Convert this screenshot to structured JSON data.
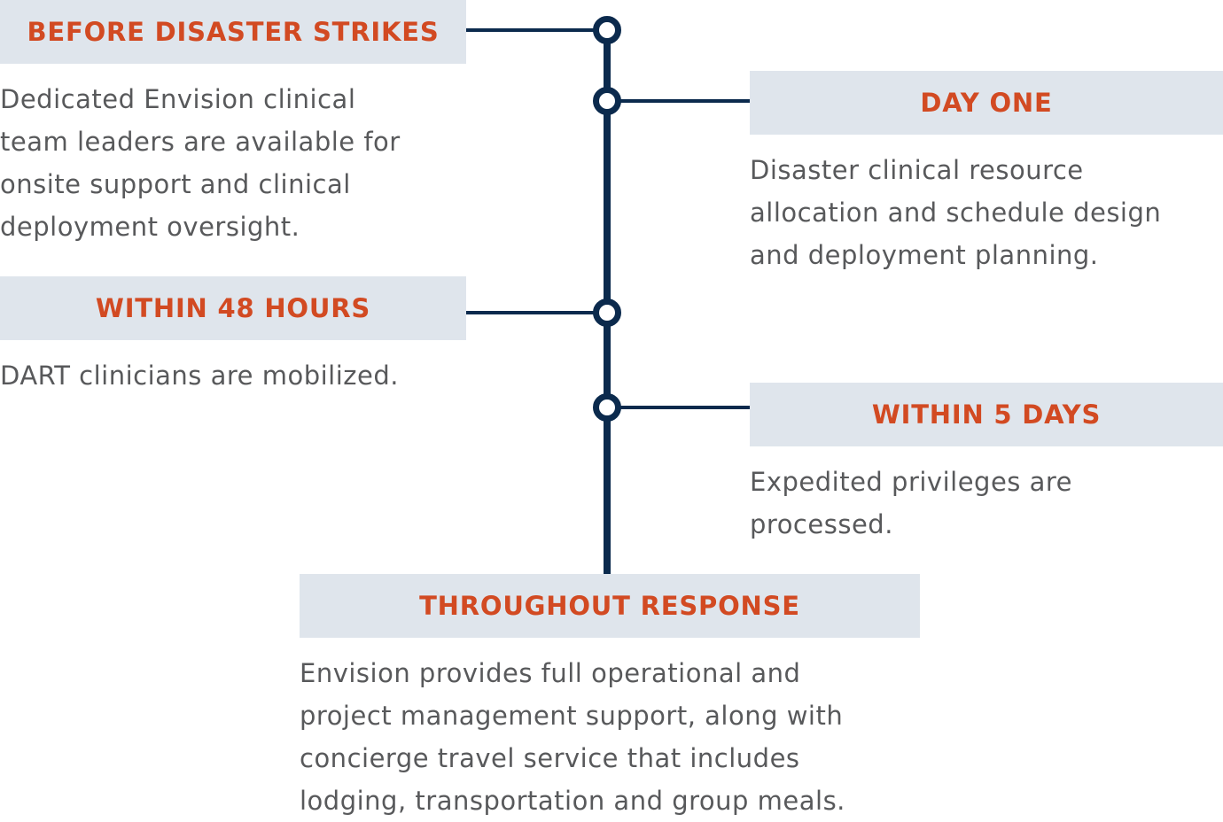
{
  "colors": {
    "header_text": "#d24a22",
    "header_bg": "#dfe5ec",
    "body_text": "#58595b",
    "timeline": "#0b2a4d"
  },
  "stages": [
    {
      "id": "before-disaster-strikes",
      "title": "BEFORE DISASTER STRIKES",
      "side": "left",
      "lines": [
        "Dedicated Envision clinical",
        "team leaders are available for",
        "onsite support and clinical",
        "deployment oversight."
      ]
    },
    {
      "id": "day-one",
      "title": "DAY ONE",
      "side": "right",
      "lines": [
        "Disaster clinical resource",
        "allocation and schedule design",
        "and deployment planning."
      ]
    },
    {
      "id": "within-48-hours",
      "title": "WITHIN 48 HOURS",
      "side": "left",
      "lines": [
        "DART clinicians are mobilized."
      ]
    },
    {
      "id": "within-5-days",
      "title": "WITHIN 5 DAYS",
      "side": "right",
      "lines": [
        "Expedited privileges are",
        "processed."
      ]
    },
    {
      "id": "throughout-response",
      "title": "THROUGHOUT RESPONSE",
      "side": "bottom",
      "lines": [
        "Envision provides full operational and",
        "project management support, along with",
        "concierge travel service that includes",
        "lodging, transportation and group meals."
      ]
    }
  ]
}
